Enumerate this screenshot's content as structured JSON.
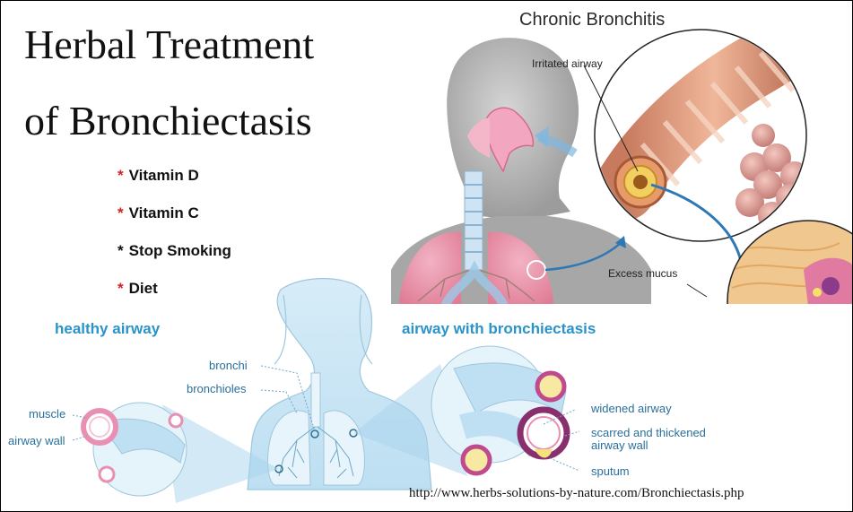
{
  "title": {
    "line1": "Herbal Treatment",
    "line2": "of Bronchiectasis"
  },
  "treatments": [
    {
      "star": "*",
      "label": "Vitamin D",
      "star_color": "#d62020"
    },
    {
      "star": "*",
      "label": "Vitamin C",
      "star_color": "#d62020"
    },
    {
      "star": "*",
      "label": "Stop Smoking",
      "star_color": "#111111"
    },
    {
      "star": "*",
      "label": "Diet",
      "star_color": "#d62020"
    }
  ],
  "chronic_bronchitis": {
    "heading": "Chronic Bronchitis",
    "irritated_airway": "Irritated airway",
    "excess_mucus": "Excess mucus"
  },
  "healthy": {
    "heading": "healthy airway",
    "muscle": "muscle",
    "airway_wall": "airway wall"
  },
  "body_labels": {
    "bronchi": "bronchi",
    "bronchioles": "bronchioles"
  },
  "bronchiectasis": {
    "heading": "airway with bronchiectasis",
    "widened_airway": "widened airway",
    "scarred_line1": "scarred and thickened",
    "scarred_line2": "airway wall",
    "sputum": "sputum"
  },
  "source_url": "http://www.herbs-solutions-by-nature.com/Bronchiectasis.php",
  "colors": {
    "heading_blue": "#2a93c9",
    "label_blue": "#2a6f9b",
    "light_blue": "#bfe0f2",
    "pink": "#e98fb3",
    "airway_orange": "#d99a7a"
  }
}
